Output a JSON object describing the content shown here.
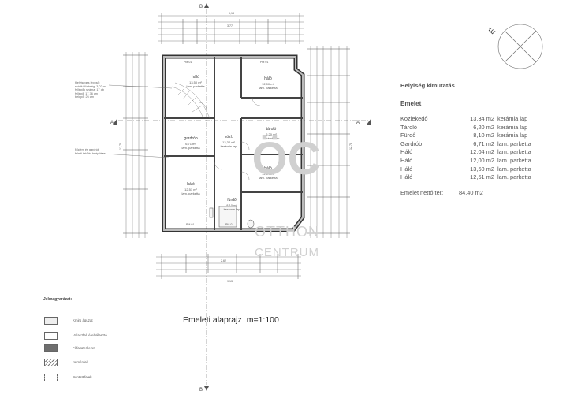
{
  "schedule": {
    "title": "Helyiség kimutatás",
    "floor": "Emelet",
    "rows": [
      {
        "name": "Közlekedő",
        "area": "13,34 m2",
        "finish": "kerámia lap"
      },
      {
        "name": "Tároló",
        "area": "6,20 m2",
        "finish": "kerámia lap"
      },
      {
        "name": "Fürdő",
        "area": "8,10 m2",
        "finish": "kerámia lap"
      },
      {
        "name": "Gardrób",
        "area": "6,71 m2",
        "finish": "lam. parketta"
      },
      {
        "name": "Háló",
        "area": "12,04 m2",
        "finish": "lam. parketta"
      },
      {
        "name": "Háló",
        "area": "12,00 m2",
        "finish": "lam. parketta"
      },
      {
        "name": "Háló",
        "area": "13,50 m2",
        "finish": "lam. parketta"
      },
      {
        "name": "Háló",
        "area": "12,51 m2",
        "finish": "lam. parketta"
      }
    ],
    "total_label": "Emelet nettó ter:",
    "total_value": "84,40  m2"
  },
  "plan_title": {
    "text": "Emeleti alaprajz",
    "scale": "m=1:100"
  },
  "legend": {
    "title": "Jelmagyarázat:",
    "items": [
      {
        "label": "Kmirs águzat",
        "swatch": "light"
      },
      {
        "label": "Válaszfal térelválasztó",
        "swatch": "white"
      },
      {
        "label": "Főfalszerkezet",
        "swatch": "dark"
      },
      {
        "label": "Kéménfal",
        "swatch": "hatch"
      },
      {
        "label": "Bontott falak",
        "swatch": "dash"
      }
    ]
  },
  "rooms": [
    {
      "name": "háló",
      "area": "13,50 m²",
      "finish": "lam. parketta"
    },
    {
      "name": "háló",
      "area": "12,00 m²",
      "finish": "lam. parketta"
    },
    {
      "name": "gardrób",
      "area": "6,71 m²",
      "finish": "lam. parketta"
    },
    {
      "name": "közl.",
      "area": "13,34 m²",
      "finish": "kerámia lap"
    },
    {
      "name": "tároló",
      "area": "6,20 m²",
      "finish": "kerámia lap"
    },
    {
      "name": "háló",
      "area": "12,04 m²",
      "finish": "lam. parketta"
    },
    {
      "name": "háló",
      "area": "12,51 m²",
      "finish": "lam. parketta"
    },
    {
      "name": "fürdő",
      "area": "8,10 m²",
      "finish": "kerámia lap"
    }
  ],
  "notes": {
    "stair": "Helyiséges lépcső:\nszintkülönbség: 3,02 m\nfellépők száma: 17 db\nfellépő: 17,76 cm\nbelépő: 26 cm",
    "attic": "Födém és gardrób\nfeletti tetőtér beépítése"
  },
  "section_marks": {
    "a": "A",
    "b": "B"
  },
  "window_tag": "PM 01",
  "dims": {
    "top_total": "9,13",
    "top_mid": "3,77",
    "bottom_total": "9,13",
    "bottom_mid": "2,62",
    "left_total": "12,78",
    "right_total": "12,78"
  },
  "watermark": {
    "logo": "ÖC",
    "line1": "OTTHON",
    "line2": "CENTRUM"
  },
  "north": {
    "label": "É"
  }
}
